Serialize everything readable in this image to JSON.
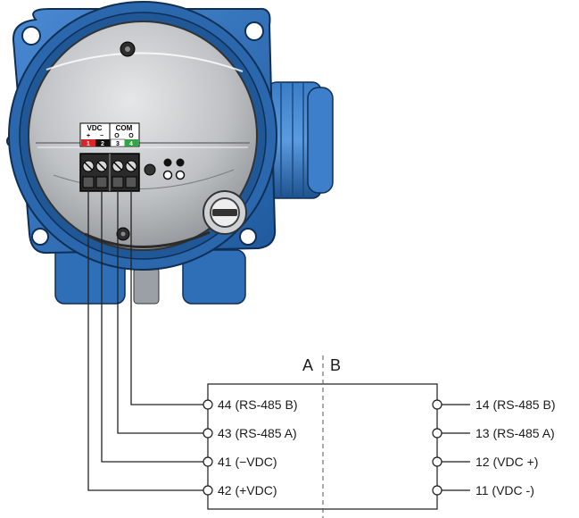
{
  "colors": {
    "housing_blue": "#2f6fb8",
    "housing_dark": "#1d4f8a",
    "plate_grey": "#b9bcbf",
    "terminal_red": "#d9242a",
    "terminal_green": "#35a447",
    "terminal_black": "#111111"
  },
  "device": {
    "header_vdc": "VDC",
    "header_com": "COM",
    "vdc_plus": "+",
    "vdc_minus": "−",
    "com_marks": [
      "O",
      "O"
    ],
    "terminal_numbers": [
      "1",
      "2",
      "3",
      "4"
    ]
  },
  "sections": {
    "a_label": "A",
    "b_label": "B"
  },
  "side_a": {
    "terminals": [
      "44 (RS-485 B)",
      "43 (RS-485 A)",
      "41 (−VDC)",
      "42 (+VDC)"
    ]
  },
  "side_b": {
    "terminals": [
      "14 (RS-485 B)",
      "13 (RS-485 A)",
      "12 (VDC +)",
      "11 (VDC -)"
    ]
  }
}
